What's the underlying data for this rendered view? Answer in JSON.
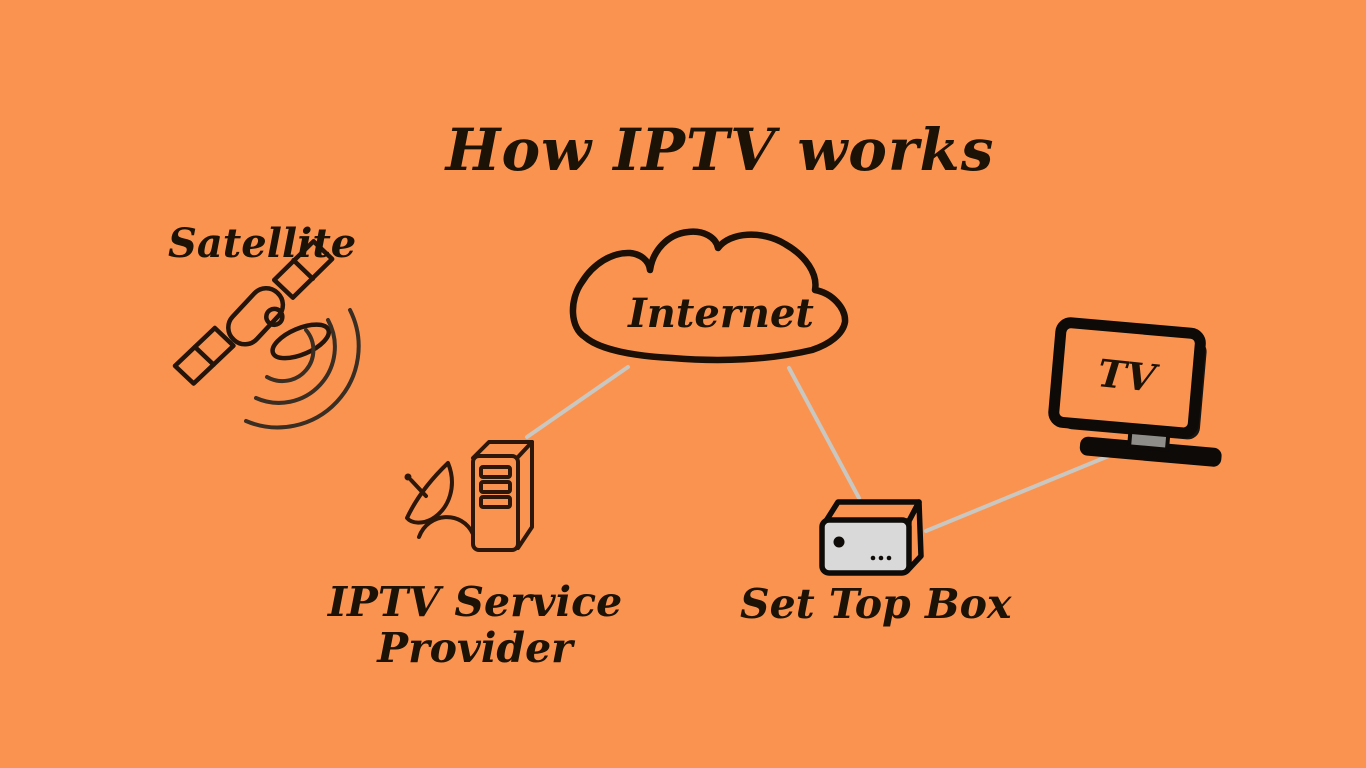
{
  "page": {
    "background_color": "#FB9350",
    "ink_color": "#1D1206",
    "connector_color": "#CAC6C0",
    "device_face_gray": "#D9D9D9"
  },
  "labels": {
    "title": "How IPTV works",
    "satellite": "Satellite",
    "internet": "Internet",
    "iptv_provider_line1": "IPTV Service",
    "iptv_provider_line2": "Provider",
    "set_top_box": "Set Top Box",
    "tv": "TV"
  },
  "diagram": {
    "nodes": [
      {
        "id": "satellite",
        "label": "Satellite",
        "icon": "satellite-icon"
      },
      {
        "id": "internet",
        "label": "Internet",
        "icon": "internet-cloud-icon"
      },
      {
        "id": "iptv_provider",
        "label": "IPTV Service Provider",
        "icon": "server-with-dish-icon"
      },
      {
        "id": "set_top_box",
        "label": "Set Top Box",
        "icon": "set-top-box-icon"
      },
      {
        "id": "tv",
        "label": "TV",
        "icon": "tv-icon"
      }
    ],
    "connections": [
      {
        "from": "internet",
        "to": "iptv_provider"
      },
      {
        "from": "internet",
        "to": "set_top_box"
      },
      {
        "from": "set_top_box",
        "to": "tv"
      }
    ]
  }
}
